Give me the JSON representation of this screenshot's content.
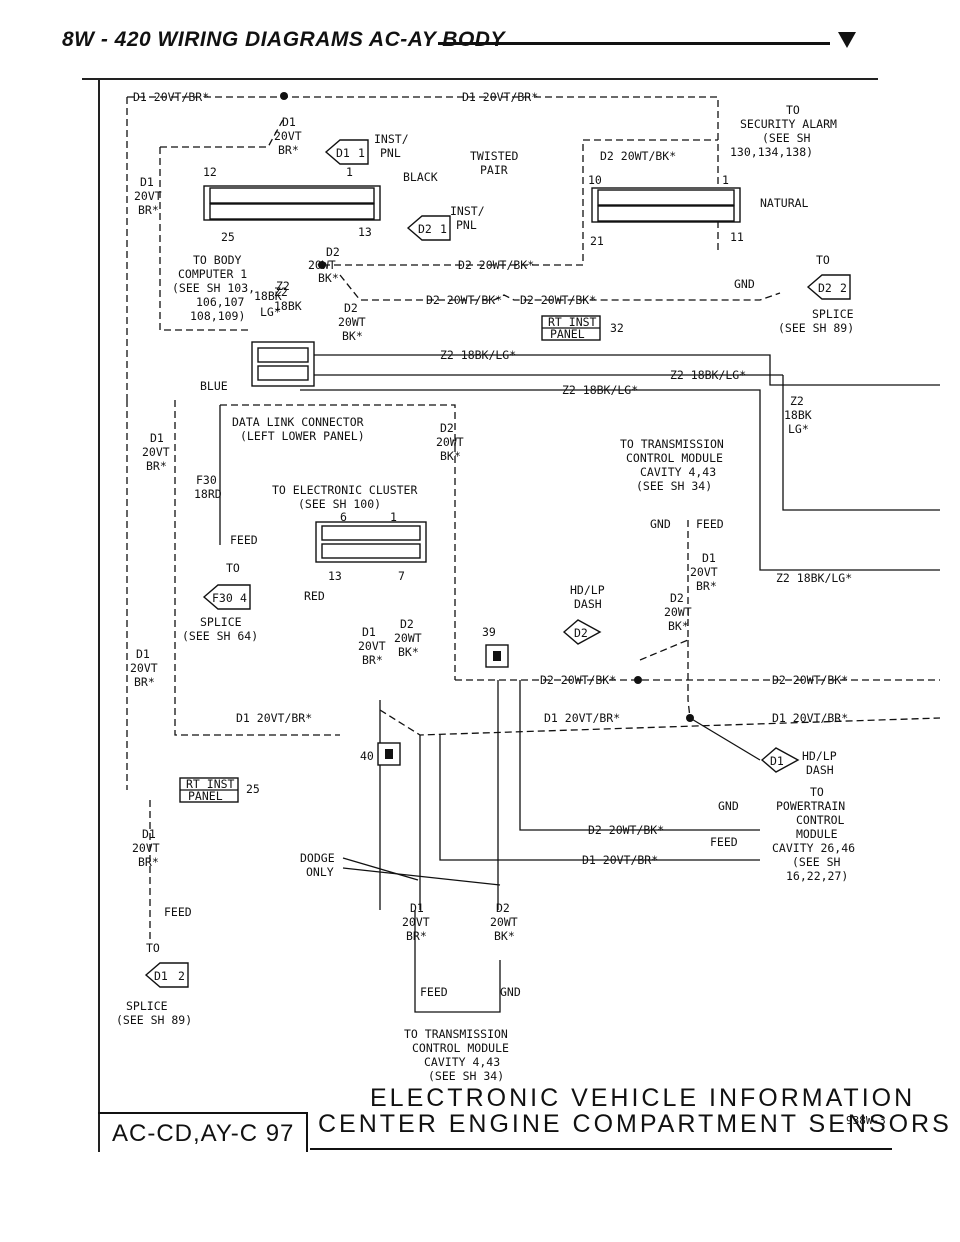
{
  "header": {
    "title": "8W - 420  WIRING DIAGRAMS AC-AY BODY"
  },
  "footer": {
    "left_code": "AC-CD,AY-C 97",
    "title_line1": "ELECTRONIC VEHICLE INFORMATION",
    "title_line2": "CENTER ENGINE COMPARTMENT SENSORS",
    "ref": "938W-3"
  },
  "labels": {
    "d1_top_left": "D1 20VT/BR*",
    "d1_top_mid": "D1 20VT/BR*",
    "security_alarm": [
      "TO",
      "SECURITY ALARM",
      "(SEE SH",
      "130,134,138)"
    ],
    "d1_conn": [
      "D1",
      "20VT",
      "BR*"
    ],
    "inst_pnl_1": [
      "INST/",
      "PNL"
    ],
    "inst_pnl_2": [
      "INST/",
      "PNL"
    ],
    "twisted_pair": [
      "TWISTED",
      "PAIR"
    ],
    "d2_top_right": "D2 20WT/BK*",
    "black": "BLACK",
    "natural": "NATURAL",
    "pin12": "12",
    "pin1": "1",
    "pin25": "25",
    "pin13": "13",
    "pin10": "10",
    "pin1b": "1",
    "pin21": "21",
    "pin11": "11",
    "to_body_computer": [
      "TO BODY",
      "COMPUTER 1",
      "(SEE SH 103,",
      "106,107",
      "108,109)"
    ],
    "d1_left": [
      "D1",
      "20VT",
      "BR*"
    ],
    "d2_node": [
      "D2",
      "20WT",
      "BK*"
    ],
    "d2_wire_a": "D2 20WT/BK*",
    "d2_wire_b": "D2 20WT/BK*",
    "d2_wire_c": "D2 20WT/BK*",
    "z2_18bk": [
      "Z2",
      "18BK"
    ],
    "z2_lg": [
      "Z2",
      "18BK",
      "LG*"
    ],
    "d2_bk_mid": [
      "D2",
      "20WT",
      "BK*"
    ],
    "gnd": "GND",
    "to_d2_2": "TO",
    "splice_89": [
      "SPLICE",
      "(SEE SH 89)"
    ],
    "rt_inst_panel": [
      "RT INST",
      "PANEL"
    ],
    "pin32": "32",
    "z2_main": "Z2 18BK/LG*",
    "z2_main2": "Z2 18BK/LG*",
    "z2_main3": "Z2 18BK/LG*",
    "z2_right": [
      "Z2",
      "18BK",
      "LG*"
    ],
    "blue": "BLUE",
    "data_link": [
      "DATA LINK CONNECTOR",
      "(LEFT LOWER PANEL)"
    ],
    "d2_dl": [
      "D2",
      "20WT",
      "BK*"
    ],
    "to_tcm": [
      "TO TRANSMISSION",
      "CONTROL MODULE",
      "CAVITY 4,43",
      "(SEE SH 34)"
    ],
    "d1_mid_left": [
      "D1",
      "20VT",
      "BR*"
    ],
    "f30": [
      "F30",
      "18RD"
    ],
    "to_cluster": [
      "TO ELECTRONIC CLUSTER",
      "(SEE SH 100)"
    ],
    "pin6": "6",
    "pin1c": "1",
    "pin13b": "13",
    "pin7": "7",
    "gnd_feed": [
      "GND",
      "FEED"
    ],
    "feed": "FEED",
    "to_f30": "TO",
    "d1_tcm": [
      "D1",
      "20VT",
      "BR*"
    ],
    "z2_far_right": "Z2 18BK/LG*",
    "red": "RED",
    "splice_64": [
      "SPLICE",
      "(SEE SH 64)"
    ],
    "hdlp_dash": [
      "HD/LP",
      "DASH"
    ],
    "d2_tcm": [
      "D2",
      "20WT",
      "BK*"
    ],
    "d1_cl": [
      "D1",
      "20VT",
      "BR*"
    ],
    "d2_cl": [
      "D2",
      "20WT",
      "BK*"
    ],
    "pin39": "39",
    "d1_left2": [
      "D1",
      "20VT",
      "BR*"
    ],
    "d2_long": "D2 20WT/BK*",
    "d2_long_r": "D2 20WT/BK*",
    "d1_long": "D1 20VT/BR*",
    "d1_long_m": "D1 20VT/BR*",
    "d1_long_r": "D1 20VT/BR*",
    "pin40": "40",
    "hdlp_dash2": [
      "HD/LP",
      "DASH"
    ],
    "rt_inst_panel2": [
      "RT INST",
      "PANEL"
    ],
    "pin25b": "25",
    "d1_lower_left": [
      "D1",
      "20VT",
      "BR*"
    ],
    "gnd_pcm": "GND",
    "feed_pcm": "FEED",
    "to_pcm": [
      "TO",
      "POWERTRAIN",
      "CONTROL",
      "MODULE",
      "CAVITY 26,46",
      "(SEE SH",
      "16,22,27)"
    ],
    "d2_pcm": "D2 20WT/BK*",
    "d1_pcm": "D1 20VT/BR*",
    "dodge_only": [
      "DODGE",
      "ONLY"
    ],
    "feed_lower": "FEED",
    "to_d1_2": "TO",
    "splice_89b": [
      "SPLICE",
      "(SEE SH 89)"
    ],
    "d1_bottom": [
      "D1",
      "20VT",
      "BR*"
    ],
    "d2_bottom": [
      "D2",
      "20WT",
      "BK*"
    ],
    "feed_gnd_bottom": [
      "FEED",
      "GND"
    ],
    "to_tcm_bottom": [
      "TO TRANSMISSION",
      "CONTROL MODULE",
      "CAVITY 4,43",
      "(SEE SH 34)"
    ]
  },
  "tags": {
    "d1_1": [
      "D1",
      "1"
    ],
    "d2_1": [
      "D2",
      "1"
    ],
    "d2_2": [
      "D2",
      "2"
    ],
    "f30_4": [
      "F30",
      "4"
    ],
    "d2_tag": "D2",
    "d1_tag": "D1",
    "d1_2": [
      "D1",
      "2"
    ]
  }
}
